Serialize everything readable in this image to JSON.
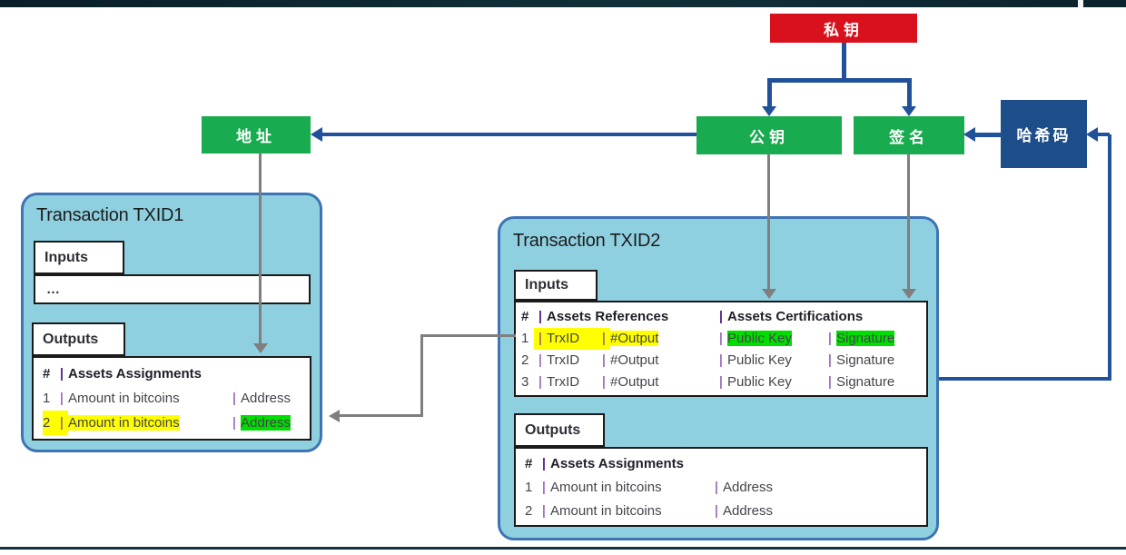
{
  "sep": "|",
  "nodes": {
    "private_key": "私钥",
    "address": "地址",
    "public_key": "公钥",
    "signature": "签名",
    "hash_code": "哈希码"
  },
  "colors": {
    "node_red": "#d8111c",
    "node_green": "#18ab4f",
    "node_navy": "#1d4e89",
    "arrow_navy": "#21519a",
    "arrow_gray": "#7f7f7f",
    "card_fill": "#8fd0e0",
    "card_border": "#3e74b5",
    "highlight_yellow": "#ffff00",
    "highlight_green": "#00dd00"
  },
  "txid1": {
    "title": "Transaction TXID1",
    "inputs_label": "Inputs",
    "inputs_placeholder": "…",
    "outputs_label": "Outputs",
    "outputs": {
      "header": {
        "num": "#",
        "title": "Assets Assignments"
      },
      "rows": [
        {
          "num": "1",
          "amount": "Amount in bitcoins",
          "address": "Address"
        },
        {
          "num": "2",
          "amount": "Amount in bitcoins",
          "address": "Address"
        }
      ]
    }
  },
  "txid2": {
    "title": "Transaction TXID2",
    "inputs_label": "Inputs",
    "outputs_label": "Outputs",
    "inputs": {
      "header": {
        "num": "#",
        "col1": "Assets References",
        "col2": "Assets Certifications"
      },
      "rows": [
        {
          "num": "1",
          "trxid": "TrxID",
          "output": "#Output",
          "pub": "Public Key",
          "sig": "Signature"
        },
        {
          "num": "2",
          "trxid": "TrxID",
          "output": "#Output",
          "pub": "Public Key",
          "sig": "Signature"
        },
        {
          "num": "3",
          "trxid": "TrxID",
          "output": "#Output",
          "pub": "Public Key",
          "sig": "Signature"
        }
      ]
    },
    "outputs": {
      "header": {
        "num": "#",
        "title": "Assets Assignments"
      },
      "rows": [
        {
          "num": "1",
          "amount": "Amount in bitcoins",
          "address": "Address"
        },
        {
          "num": "2",
          "amount": "Amount in bitcoins",
          "address": "Address"
        }
      ]
    }
  }
}
